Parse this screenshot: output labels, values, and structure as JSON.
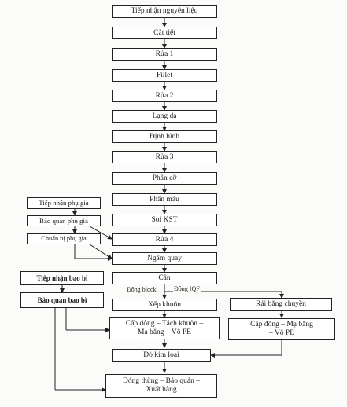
{
  "main_steps": [
    "Tiếp nhận nguyên liệu",
    "Cắt tiết",
    "Rửa 1",
    "Fillet",
    "Rửa 2",
    "Lạng da",
    "Định hình",
    "Rửa 3",
    "Phân cỡ",
    "Phân màu",
    "Soi KST",
    "Rửa 4",
    "Ngâm quay",
    "Cân",
    "Xếp khuôn",
    "Cấp đông – Tách khuôn –\nMạ băng – Vô PE",
    "Dò kim loại",
    "Đóng thùng – Bảo quản –\nXuất hàng"
  ],
  "additive_steps": [
    "Tiếp nhận phụ gia",
    "Bảo quản phụ gia",
    "Chuẩn bị phụ gia"
  ],
  "packaging_steps": [
    "Tiếp nhận bao bì",
    "Bảo quản bao bì"
  ],
  "iqf_steps": [
    "Rải băng chuyền",
    "Cấp đông – Mạ băng\n– Vô PE"
  ],
  "branch_labels": {
    "block": "Đông block",
    "iqf": "Đông IQF"
  }
}
